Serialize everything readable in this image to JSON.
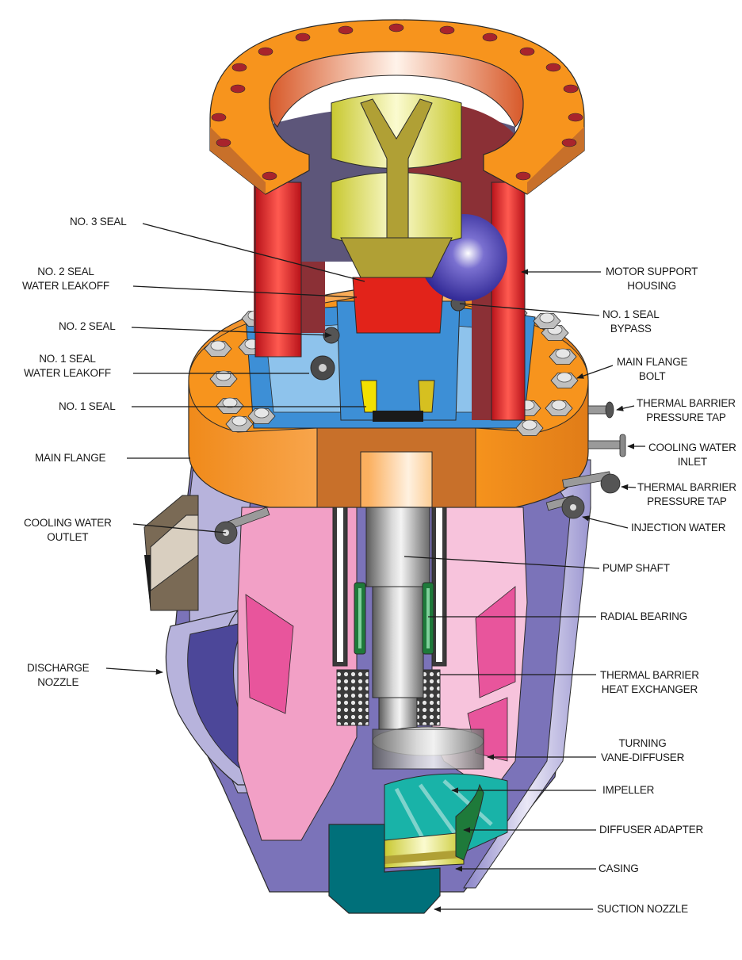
{
  "diagram": {
    "title": "Reactor Coolant Pump Cutaway",
    "colors": {
      "flange_orange": "#f7941d",
      "flange_dark": "#c8702a",
      "housing_red": "#e2231a",
      "housing_maroon": "#8b3036",
      "housing_purple": "#5d567a",
      "casing_lavender": "#b7b3dc",
      "casing_purple": "#7b73b9",
      "casing_dark": "#4c4799",
      "diffuser_pink": "#f2a0c6",
      "diffuser_magenta": "#e8559c",
      "seal_blue": "#3d8fd6",
      "seal_lightblue": "#8ec3ec",
      "coupling_yellow": "#d6d65a",
      "coupling_olive": "#b0a035",
      "impeller_teal": "#19b3a8",
      "suction_teal": "#00707a",
      "shaft_gray": "#9a9a9a",
      "bolt_gray": "#bfbfbf",
      "bearing_green": "#1e7a3a",
      "label_text": "#1a1a1a"
    },
    "labels_left": [
      {
        "id": "no3-seal",
        "lines": [
          "NO. 3 SEAL"
        ]
      },
      {
        "id": "no2-seal-water-leakoff",
        "lines": [
          "NO. 2 SEAL",
          "WATER LEAKOFF"
        ]
      },
      {
        "id": "no2-seal",
        "lines": [
          "NO. 2 SEAL"
        ]
      },
      {
        "id": "no1-seal-water-leakoff",
        "lines": [
          "NO. 1 SEAL",
          "WATER LEAKOFF"
        ]
      },
      {
        "id": "no1-seal",
        "lines": [
          "NO. 1 SEAL"
        ]
      },
      {
        "id": "main-flange",
        "lines": [
          "MAIN FLANGE"
        ]
      },
      {
        "id": "cooling-water-outlet",
        "lines": [
          "COOLING WATER",
          "OUTLET"
        ]
      },
      {
        "id": "discharge-nozzle",
        "lines": [
          "DISCHARGE",
          "NOZZLE"
        ]
      }
    ],
    "labels_right": [
      {
        "id": "motor-support-housing",
        "lines": [
          "MOTOR SUPPORT",
          "HOUSING"
        ]
      },
      {
        "id": "no1-seal-bypass",
        "lines": [
          "NO. 1 SEAL",
          "BYPASS"
        ]
      },
      {
        "id": "main-flange-bolt",
        "lines": [
          "MAIN FLANGE",
          "BOLT"
        ]
      },
      {
        "id": "thermal-barrier-pressure-tap-1",
        "lines": [
          "THERMAL BARRIER",
          "PRESSURE TAP"
        ]
      },
      {
        "id": "cooling-water-inlet",
        "lines": [
          "COOLING WATER",
          "INLET"
        ]
      },
      {
        "id": "thermal-barrier-pressure-tap-2",
        "lines": [
          "THERMAL BARRIER",
          "PRESSURE TAP"
        ]
      },
      {
        "id": "injection-water",
        "lines": [
          "INJECTION WATER"
        ]
      },
      {
        "id": "pump-shaft",
        "lines": [
          "PUMP SHAFT"
        ]
      },
      {
        "id": "radial-bearing",
        "lines": [
          "RADIAL BEARING"
        ]
      },
      {
        "id": "thermal-barrier-heat-exchanger",
        "lines": [
          "THERMAL BARRIER",
          "HEAT EXCHANGER"
        ]
      },
      {
        "id": "turning-vane-diffuser",
        "lines": [
          "TURNING",
          "VANE-DIFFUSER"
        ]
      },
      {
        "id": "impeller",
        "lines": [
          "IMPELLER"
        ]
      },
      {
        "id": "diffuser-adapter",
        "lines": [
          "DIFFUSER ADAPTER"
        ]
      },
      {
        "id": "casing",
        "lines": [
          "CASING"
        ]
      },
      {
        "id": "suction-nozzle",
        "lines": [
          "SUCTION NOZZLE"
        ]
      }
    ]
  }
}
